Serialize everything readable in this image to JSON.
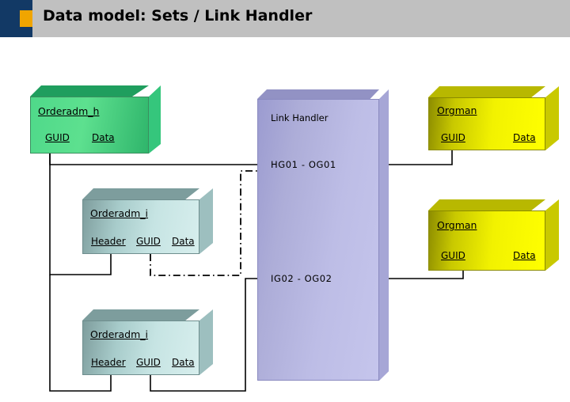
{
  "header": {
    "title": "Data model: Sets / Link Handler",
    "bar_color": "#c0c0c0",
    "accent_navy": "#123965",
    "accent_orange": "#f0a500"
  },
  "diagram": {
    "boxes": [
      {
        "id": "orderadm_h",
        "title": "Orderadm_h",
        "fields": [
          "GUID",
          "Data"
        ],
        "color": "#4fd98a",
        "kind": "green-entity"
      },
      {
        "id": "orderadm_i_1",
        "title": "Orderadm_i",
        "fields": [
          "Header",
          "GUID",
          "Data"
        ],
        "color": "#c6e4e3",
        "kind": "teal-entity"
      },
      {
        "id": "orderadm_i_2",
        "title": "Orderadm_i",
        "fields": [
          "Header",
          "GUID",
          "Data"
        ],
        "color": "#c6e4e3",
        "kind": "teal-entity"
      },
      {
        "id": "orgman_1",
        "title": "Orgman",
        "fields": [
          "GUID",
          "Data"
        ],
        "color": "#ffff00",
        "kind": "yellow-entity"
      },
      {
        "id": "orgman_2",
        "title": "Orgman",
        "fields": [
          "GUID",
          "Data"
        ],
        "color": "#ffff00",
        "kind": "yellow-entity"
      }
    ],
    "link_handler": {
      "title": "Link Handler",
      "color": "#bdbde6",
      "links": [
        {
          "id": "hg01",
          "label": "HG01 - OG01"
        },
        {
          "id": "ig02",
          "label": "IG02 - OG02"
        }
      ]
    },
    "connector_color": "#000000"
  }
}
